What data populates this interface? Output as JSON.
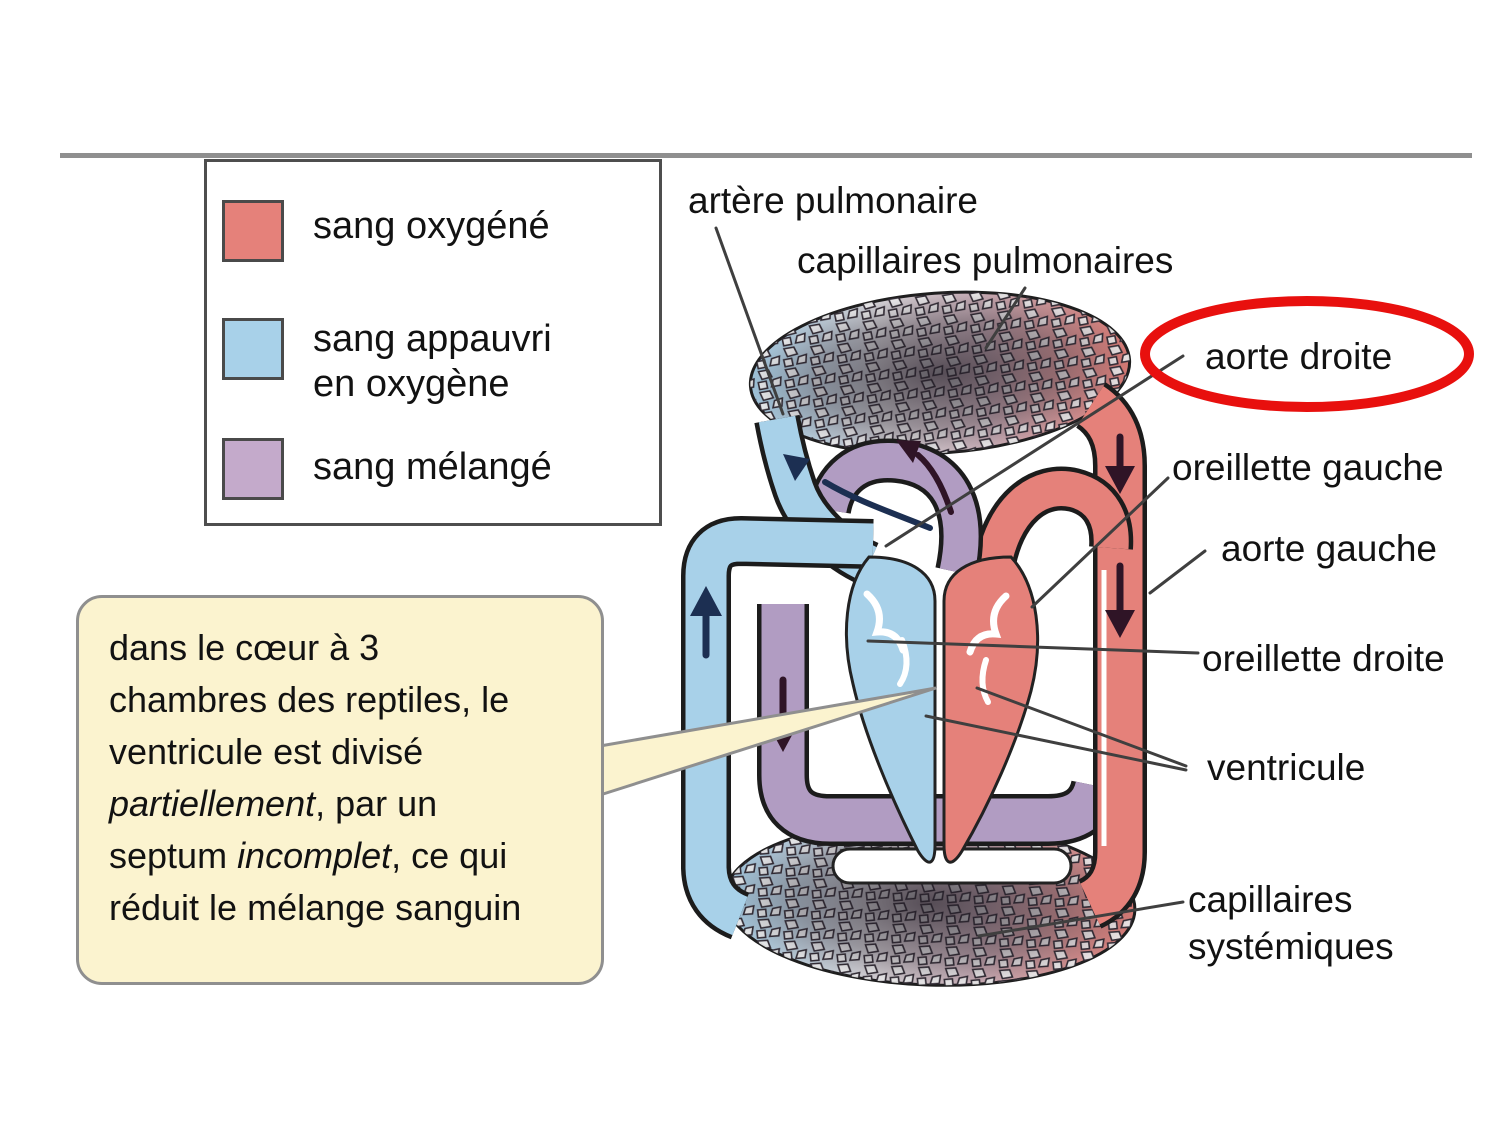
{
  "legend": {
    "items": [
      {
        "id": "oxygenated",
        "label": "sang oxygéné"
      },
      {
        "id": "deoxygenated",
        "label": "sang appauvri\nen oxygène"
      },
      {
        "id": "mixed",
        "label": "sang mélangé"
      }
    ]
  },
  "diagram_labels": {
    "artere_pulmonaire": "artère pulmonaire",
    "capillaires_pulmonaires": "capillaires pulmonaires",
    "aorte_droite": "aorte droite",
    "oreillette_gauche": "oreillette gauche",
    "aorte_gauche": "aorte gauche",
    "oreillette_droite": "oreillette droite",
    "ventricule": "ventricule",
    "capillaires_systemiques": "capillaires\nsystémiques"
  },
  "callout": {
    "s1": "dans le cœur à 3\nchambres des reptiles, le\nventricule est divisé\n",
    "s2": "partiellement",
    "s3": ", par un\nseptum ",
    "s4": "incomplet",
    "s5": ", ce qui\nréduit le mélange sanguin"
  },
  "colors": {
    "oxygenated": "#e5817a",
    "deoxygenated": "#a8d1e9",
    "mixed_legend": "#c4aacb",
    "mixed_vessel": "#b19cc2",
    "highlight_ring": "#e8100e",
    "callout_bg": "#fbf3cf",
    "leader_line": "#3f3f3f"
  }
}
